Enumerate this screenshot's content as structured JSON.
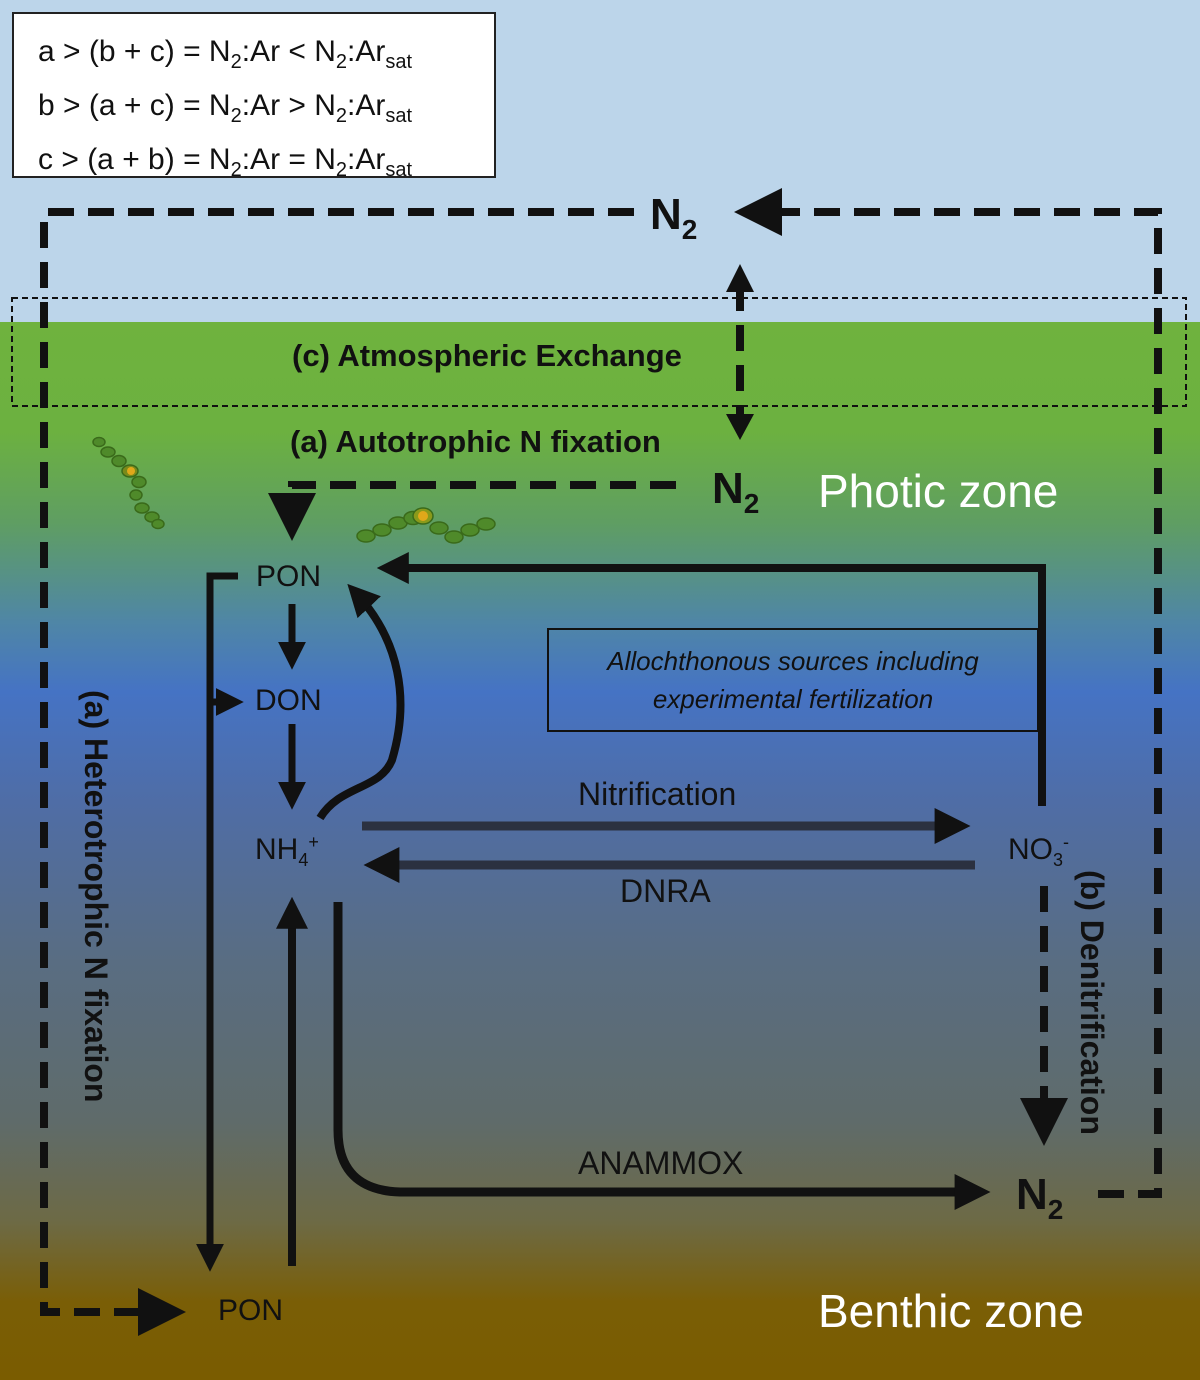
{
  "legend": {
    "rows": [
      {
        "pre": "a > (b + c) = N",
        "s1": "2",
        "mid": ":Ar < N",
        "s2": "2",
        "post": ":Ar",
        "s3": "sat"
      },
      {
        "pre": "b > (a + c) = N",
        "s1": "2",
        "mid": ":Ar > N",
        "s2": "2",
        "post": ":Ar",
        "s3": "sat"
      },
      {
        "pre": "c > (a + b) = N",
        "s1": "2",
        "mid": ":Ar = N",
        "s2": "2",
        "post": ":Ar",
        "s3": "sat"
      }
    ]
  },
  "n2": {
    "main": "N",
    "sub": "2"
  },
  "labels": {
    "atmospheric": "(c) Atmospheric Exchange",
    "autotrophic": "(a) Autotrophic N fixation",
    "heterotrophic": "(a) Heterotrophic N fixation",
    "denitrification": "(b) Denitrification",
    "nitrification": "Nitrification",
    "dnra": "DNRA",
    "anammox": "ANAMMOX",
    "allo_line1": "Allochthonous sources including",
    "allo_line2": "experimental fertilization"
  },
  "zones": {
    "photic": "Photic zone",
    "benthic": "Benthic zone"
  },
  "species": {
    "pon": "PON",
    "don": "DON",
    "nh4": "NH",
    "nh4_sub": "4",
    "nh4_sup": "+",
    "no3": "NO",
    "no3_sub": "3",
    "no3_sup": "-"
  }
}
